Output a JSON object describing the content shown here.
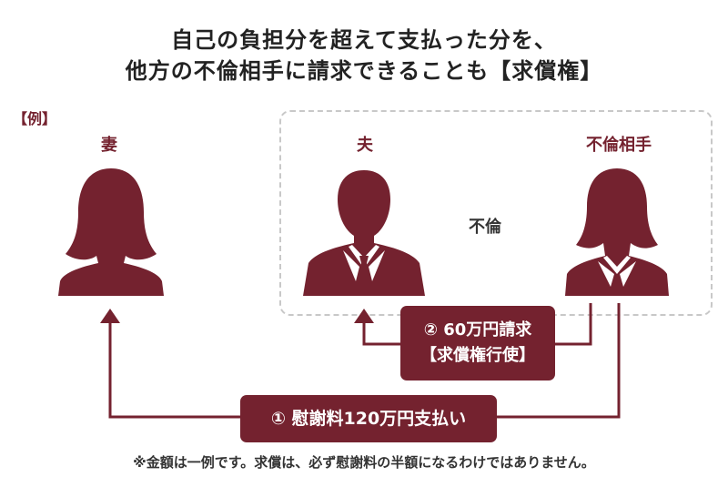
{
  "title": {
    "line1": "自己の負担分を超えて支払った分を、",
    "line2": "他方の不倫相手に請求できることも【求償権】"
  },
  "example_label": "【例】",
  "people": {
    "wife": "妻",
    "husband": "夫",
    "partner": "不倫相手"
  },
  "relation_label": "不倫",
  "payment1": {
    "text": "① 慰謝料120万円支払い"
  },
  "payment2": {
    "line1": "② 60万円請求",
    "line2": "【求償権行使】"
  },
  "footnote": "※金額は一例です。求償は、必ず慰謝料の半額になるわけではありません。",
  "colors": {
    "accent": "#74222f",
    "dashed_border": "#c8c8c8",
    "text": "#333333"
  },
  "icons": [
    "woman-silhouette-icon",
    "man-silhouette-icon",
    "businesswoman-silhouette-icon",
    "arrow-up-icon"
  ]
}
